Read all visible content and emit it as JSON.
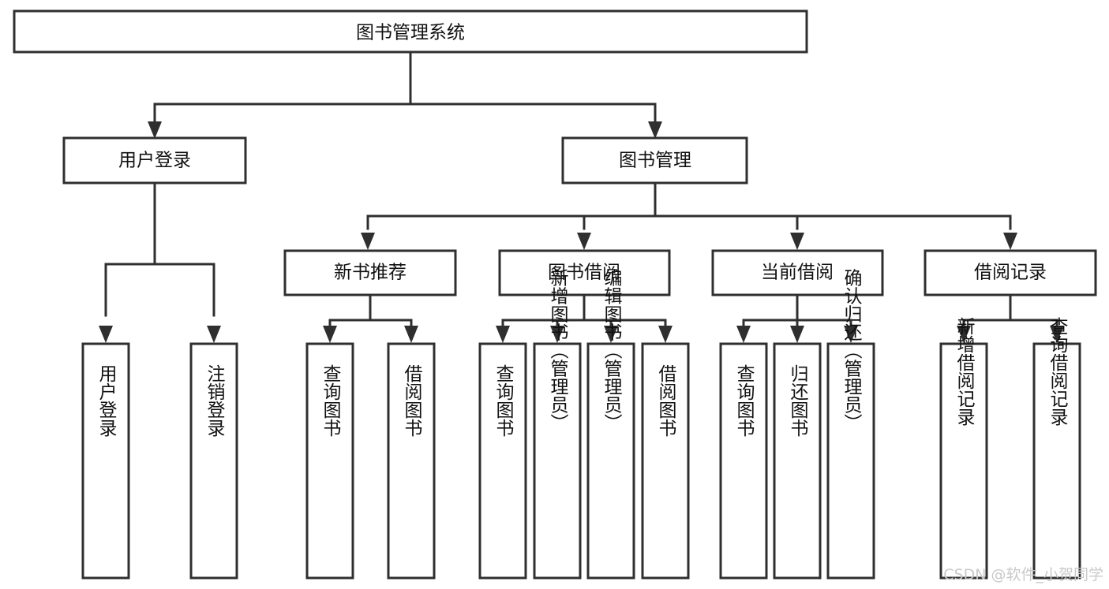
{
  "diagram": {
    "title": "图书管理系统",
    "type": "tree",
    "orientation": "top-down",
    "colors": {
      "box_fill": "#ffffff",
      "box_stroke": "#2f2f2f",
      "text": "#111111",
      "background": "#ffffff",
      "watermark": "#c9c9c9"
    },
    "root": {
      "label": "图书管理系统"
    },
    "level1": [
      {
        "label": "用户登录"
      },
      {
        "label": "图书管理"
      }
    ],
    "level2": [
      {
        "label": "新书推荐",
        "parent": "图书管理"
      },
      {
        "label": "图书借阅",
        "parent": "图书管理"
      },
      {
        "label": "当前借阅",
        "parent": "图书管理"
      },
      {
        "label": "借阅记录",
        "parent": "图书管理"
      }
    ],
    "leaves": {
      "用户登录": [
        {
          "label": "用户登录"
        },
        {
          "label": "注销登录"
        }
      ],
      "新书推荐": [
        {
          "label": "查询图书"
        },
        {
          "label": "借阅图书"
        }
      ],
      "图书借阅": [
        {
          "label": "查询图书"
        },
        {
          "label": "新增图书（管理员）"
        },
        {
          "label": "编辑图书（管理员）"
        },
        {
          "label": "借阅图书"
        }
      ],
      "当前借阅": [
        {
          "label": "查询图书"
        },
        {
          "label": "归还图书"
        },
        {
          "label": "确认归还（管理员）"
        }
      ],
      "借阅记录": [
        {
          "label": "新增借阅记录"
        },
        {
          "label": "查询借阅记录"
        }
      ]
    }
  },
  "watermark": {
    "text": "CSDN @软件_小贺同学"
  }
}
